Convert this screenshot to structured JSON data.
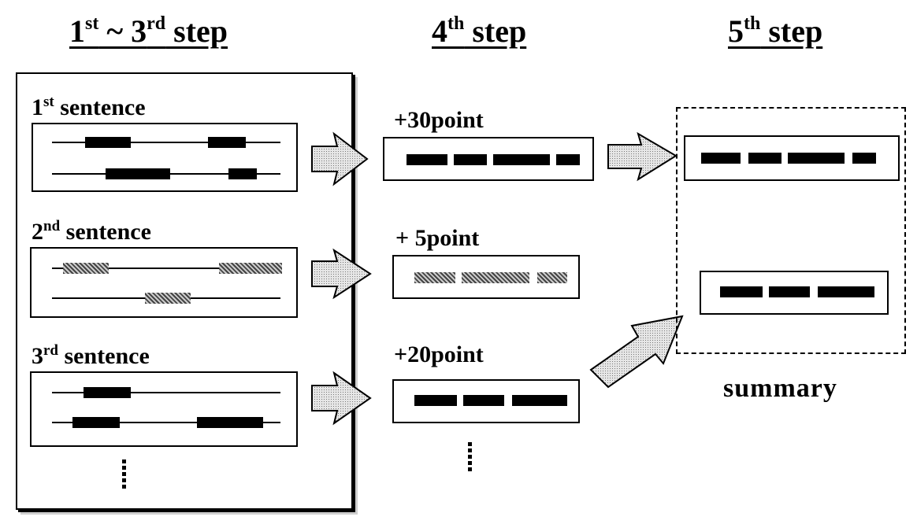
{
  "headings": {
    "step1": {
      "n1": "1",
      "s1": "st",
      "mid": " ~ 3",
      "s2": "rd",
      "tail": " step"
    },
    "step4": {
      "n": "4",
      "s": "th",
      "tail": " step"
    },
    "step5": {
      "n": "5",
      "s": "th",
      "tail": " step"
    }
  },
  "sentences": [
    {
      "num": "1",
      "sup": "st",
      "text": " sentence"
    },
    {
      "num": "2",
      "sup": "nd",
      "text": " sentence"
    },
    {
      "num": "3",
      "sup": "rd",
      "text": " sentence"
    }
  ],
  "points": [
    "+30point",
    "+ 5point",
    "+20point"
  ],
  "caption": "summary",
  "colors": {
    "ink": "#000000",
    "arrow_fill": "#d4d4d4",
    "hatch": "#888888"
  }
}
